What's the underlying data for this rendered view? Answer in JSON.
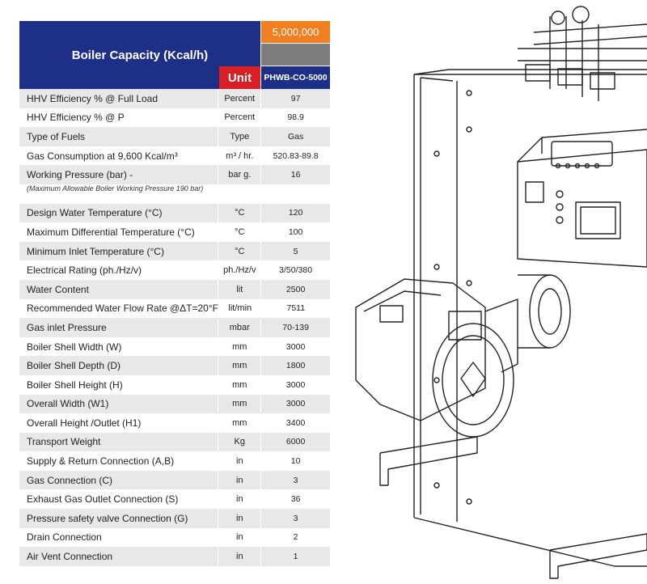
{
  "header": {
    "title": "Boiler Capacity (Kcal/h)",
    "capacity": "5,000,000",
    "unit_label": "Unit",
    "model": "PHWB-CO-5000"
  },
  "rows": [
    {
      "label": "HHV Efficiency % @ Full Load",
      "unit": "Percent",
      "value": "97"
    },
    {
      "label": "HHV Efficiency % @ P",
      "unit": "Percent",
      "value": "98.9"
    },
    {
      "label": "Type of Fuels",
      "unit": "Type",
      "value": "Gas"
    },
    {
      "label": "Gas Consumption at 9,600 Kcal/m³",
      "unit": "m³ / hr.",
      "value": "520.83-89.8"
    },
    {
      "label": "Working Pressure (bar) -",
      "unit": "bar g.",
      "value": "16"
    },
    {
      "note": "(Maximum Allowable Boiler Working Pressure 190 bar)"
    },
    {
      "label": "Design Water Temperature  (°C)",
      "unit": "°C",
      "value": "120"
    },
    {
      "label": "Maximum Differential Temperature (°C)",
      "unit": "°C",
      "value": "100"
    },
    {
      "label": "Minimum Inlet Temperature (°C)",
      "unit": "°C",
      "value": "5"
    },
    {
      "label": "Electrical Rating (ph./Hz/v)",
      "unit": "ph./Hz/v",
      "value": "3/50/380"
    },
    {
      "label": "Water Content",
      "unit": "lit",
      "value": "2500"
    },
    {
      "label": "Recommended Water Flow Rate @ΔT=20°F",
      "unit": "lit/min",
      "value": "7511"
    },
    {
      "label": "Gas inlet Pressure",
      "unit": "mbar",
      "value": "70-139"
    },
    {
      "label": "Boiler Shell Width (W)",
      "unit": "mm",
      "value": "3000"
    },
    {
      "label": "Boiler Shell Depth (D)",
      "unit": "mm",
      "value": "1800"
    },
    {
      "label": "Boiler Shell Height (H)",
      "unit": "mm",
      "value": "3000"
    },
    {
      "label": "Overall Width (W1)",
      "unit": "mm",
      "value": "3000"
    },
    {
      "label": "Overall Height /Outlet (H1)",
      "unit": "mm",
      "value": "3400"
    },
    {
      "label": "Transport Weight",
      "unit": "Kg",
      "value": "6000"
    },
    {
      "label": "Supply & Return Connection (A,B)",
      "unit": "in",
      "value": "10"
    },
    {
      "label": "Gas Connection (C)",
      "unit": "in",
      "value": "3"
    },
    {
      "label": "Exhaust Gas Outlet Connection (S)",
      "unit": "in",
      "value": "36"
    },
    {
      "label": "Pressure safety valve Connection (G)",
      "unit": "in",
      "value": "3"
    },
    {
      "label": "Drain Connection",
      "unit": "in",
      "value": "2"
    },
    {
      "label": "Air Vent Connection",
      "unit": "in",
      "value": "1"
    }
  ],
  "colors": {
    "navy": "#1d2f86",
    "orange": "#f07f1f",
    "red": "#d81f26",
    "gray": "#7d7d7d",
    "row_shade": "#e8e8e8"
  },
  "illustration": {
    "icon": "boiler-line-drawing-icon"
  }
}
